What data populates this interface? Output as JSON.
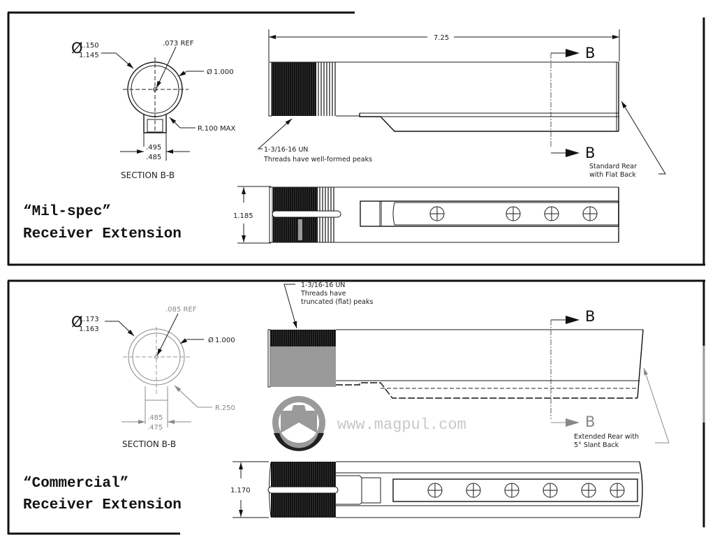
{
  "panels": {
    "milspec": {
      "title_line1": "“Mil-spec”",
      "title_line2": "Receiver Extension",
      "section": {
        "label": "SECTION B-B",
        "outer_dia_upper": "1.150",
        "outer_dia_lower": "1.145",
        "wall_ref": ".073 REF",
        "inner_dia": "1.000",
        "fillet": "R.100 MAX",
        "key_width_upper": ".495",
        "key_width_lower": ".485"
      },
      "side_view": {
        "length": "7.25",
        "section_mark": "B",
        "thread_note_line1": "1-3/16-16 UN",
        "thread_note_line2": "Threads have well-formed peaks",
        "rear_note_line1": "Standard Rear",
        "rear_note_line2": "with Flat Back"
      },
      "bottom_view": {
        "height": "1.185",
        "hole_count": 4
      }
    },
    "commercial": {
      "title_line1": "“Commercial”",
      "title_line2": "Receiver Extension",
      "section": {
        "label": "SECTION B-B",
        "outer_dia_upper": "1.173",
        "outer_dia_lower": "1.163",
        "wall_ref": ".085 REF",
        "inner_dia": "1.000",
        "fillet": "R.250",
        "key_width_upper": ".485",
        "key_width_lower": ".475"
      },
      "side_view": {
        "section_mark": "B",
        "thread_note_line1": "1-3/16-16 UN",
        "thread_note_line2": "Threads have",
        "thread_note_line3": "truncated (flat) peaks",
        "rear_note_line1": "Extended Rear with",
        "rear_note_line2": "5° Slant Back"
      },
      "bottom_view": {
        "height": "1.170",
        "hole_count": 6
      }
    }
  },
  "symbols": {
    "diameter": "Ø"
  },
  "watermark": {
    "text": "www.magpul.com",
    "logo": "magpul-logo-icon"
  }
}
